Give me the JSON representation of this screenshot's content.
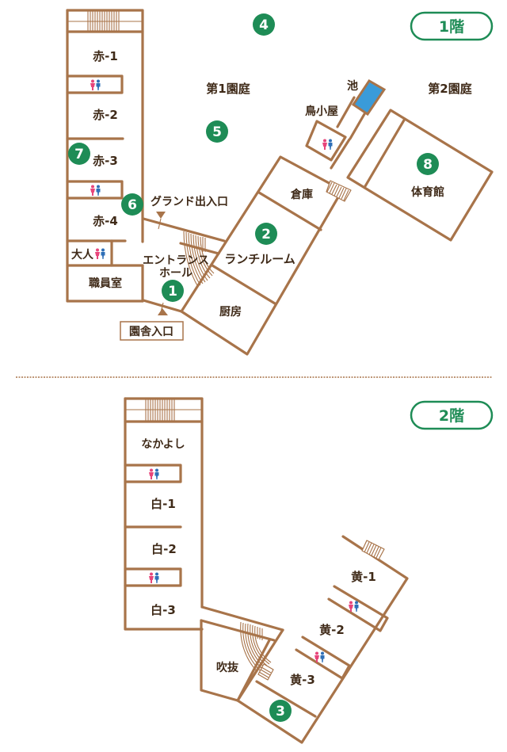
{
  "floors": [
    {
      "label": "1階",
      "rooms": {
        "aka1": "赤-1",
        "aka2": "赤-2",
        "aka3": "赤-3",
        "aka4": "赤-4",
        "adult_wc": "大人",
        "staff_room": "職員室",
        "entrance_hall_line1": "エントランス",
        "entrance_hall_line2": "ホール",
        "lunch_room": "ランチルーム",
        "kitchen": "厨房",
        "storage": "倉庫",
        "bird_house": "鳥小屋",
        "pond": "池",
        "gym": "体育館"
      },
      "areas": {
        "garden1": "第1園庭",
        "garden2": "第2園庭"
      },
      "entrances": {
        "ground_exit": "グランド出入口",
        "building_entrance": "園舎入口"
      },
      "markers": [
        "1",
        "2",
        "4",
        "5",
        "6",
        "7",
        "8"
      ]
    },
    {
      "label": "2階",
      "rooms": {
        "nakayoshi": "なかよし",
        "shiro1": "白-1",
        "shiro2": "白-2",
        "shiro3": "白-3",
        "atrium": "吹抜",
        "ki1": "黄-1",
        "ki2": "黄-2",
        "ki3": "黄-3"
      },
      "markers": [
        "3"
      ]
    }
  ],
  "colors": {
    "wall": "#a8744a",
    "accent": "#1e8c56",
    "pond": "#3a9bd9",
    "wc_female": "#e8457a",
    "wc_male": "#2f6fb7",
    "text": "#3f2a18"
  }
}
